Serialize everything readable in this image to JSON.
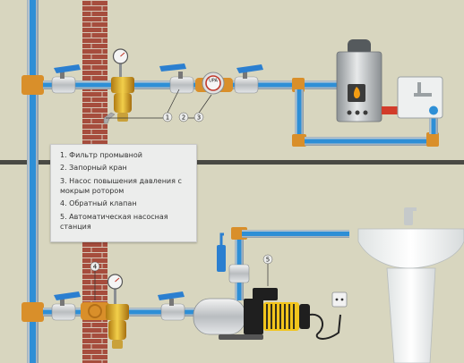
{
  "legend": {
    "items": [
      "1. Фильтр промывной",
      "2. Запорный кран",
      "3. Насос повышения давления с мокрым ротором",
      "4. Обратный клапан",
      "5. Автоматическая насосная станция"
    ]
  },
  "callouts": {
    "c1": "1",
    "c2": "2",
    "c3": "3",
    "c4": "4",
    "c5": "5"
  },
  "pump_badge": "UPA",
  "colors": {
    "wall_bg": "#d8d6bf",
    "cold_pipe": "#2e8fd6",
    "hot_pipe": "#d23c2a",
    "brick": "#a64d3d",
    "fitting": "#d98f2a",
    "valve_handle": "#2b7fd0"
  }
}
